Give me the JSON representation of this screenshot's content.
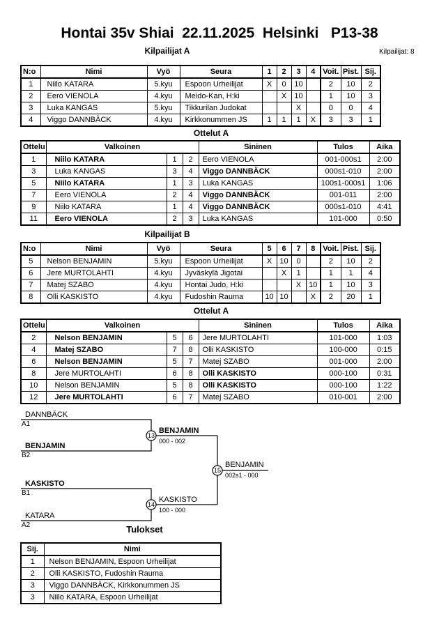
{
  "header": {
    "title": "Hontai 35v Shiai  22.11.2025  Helsinki   P13-38",
    "competitors_label": "Kilpailijat: 8"
  },
  "pool_a": {
    "title": "Kilpailijat A",
    "columns": [
      "N:o",
      "Nimi",
      "Vyö",
      "Seura",
      "1",
      "2",
      "3",
      "4",
      "Voit.",
      "Pist.",
      "Sij."
    ],
    "rows": [
      {
        "no": "1",
        "name": "Niilo KATARA",
        "belt": "5.kyu",
        "club": "Espoon Urheilijat",
        "c1": "X",
        "c2": "0",
        "c3": "10",
        "c4": "",
        "wins": "2",
        "points": "10",
        "place": "2"
      },
      {
        "no": "2",
        "name": "Eero VIENOLA",
        "belt": "4.kyu",
        "club": "Meido-Kan, H:ki",
        "c1": "",
        "c2": "X",
        "c3": "10",
        "c4": "",
        "wins": "1",
        "points": "10",
        "place": "3"
      },
      {
        "no": "3",
        "name": "Luka KANGAS",
        "belt": "5.kyu",
        "club": "Tikkurilan Judokat",
        "c1": "",
        "c2": "",
        "c3": "X",
        "c4": "",
        "wins": "0",
        "points": "0",
        "place": "4"
      },
      {
        "no": "4",
        "name": "Viggo DANNBÄCK",
        "belt": "4.kyu",
        "club": "Kirkkonummen JS",
        "c1": "1",
        "c2": "1",
        "c3": "1",
        "c4": "X",
        "wins": "3",
        "points": "3",
        "place": "1"
      }
    ]
  },
  "matches_a": {
    "title": "Ottelut A",
    "columns": {
      "match": "Ottelu",
      "white": "Valkoinen",
      "blue": "Sininen",
      "result": "Tulos",
      "time": "Aika"
    },
    "rows": [
      {
        "match": "1",
        "white": "Niilo KATARA",
        "wno": "1",
        "bno": "2",
        "blue": "Eero VIENOLA",
        "result": "001-000s1",
        "time": "2:00"
      },
      {
        "match": "3",
        "white": "Luka KANGAS",
        "wno": "3",
        "bno": "4",
        "blue": "Viggo DANNBÄCK",
        "result": "000s1-010",
        "time": "2:00"
      },
      {
        "match": "5",
        "white": "Niilo KATARA",
        "wno": "1",
        "bno": "3",
        "blue": "Luka KANGAS",
        "result": "100s1-000s1",
        "time": "1:06"
      },
      {
        "match": "7",
        "white": "Eero VIENOLA",
        "wno": "2",
        "bno": "4",
        "blue": "Viggo DANNBÄCK",
        "result": "001-011",
        "time": "2:00"
      },
      {
        "match": "9",
        "white": "Niilo KATARA",
        "wno": "1",
        "bno": "4",
        "blue": "Viggo DANNBÄCK",
        "result": "000s1-010",
        "time": "4:41"
      },
      {
        "match": "11",
        "white": "Eero VIENOLA",
        "wno": "2",
        "bno": "3",
        "blue": "Luka KANGAS",
        "result": "101-000",
        "time": "0:50"
      }
    ]
  },
  "pool_b": {
    "title": "Kilpailijat B",
    "columns": [
      "N:o",
      "Nimi",
      "Vyö",
      "Seura",
      "5",
      "6",
      "7",
      "8",
      "Voit.",
      "Pist.",
      "Sij."
    ],
    "rows": [
      {
        "no": "5",
        "name": "Nelson BENJAMIN",
        "belt": "5.kyu",
        "club": "Espoon Urheilijat",
        "c1": "X",
        "c2": "10",
        "c3": "0",
        "c4": "",
        "wins": "2",
        "points": "10",
        "place": "2"
      },
      {
        "no": "6",
        "name": "Jere MURTOLAHTI",
        "belt": "4.kyu",
        "club": "Jyväskylä Jigotai",
        "c1": "",
        "c2": "X",
        "c3": "1",
        "c4": "",
        "wins": "1",
        "points": "1",
        "place": "4"
      },
      {
        "no": "7",
        "name": "Matej SZABO",
        "belt": "4.kyu",
        "club": "Hontai Judo, H:ki",
        "c1": "",
        "c2": "",
        "c3": "X",
        "c4": "10",
        "wins": "1",
        "points": "10",
        "place": "3"
      },
      {
        "no": "8",
        "name": "Olli KASKISTO",
        "belt": "4.kyu",
        "club": "Fudoshin Rauma",
        "c1": "10",
        "c2": "10",
        "c3": "",
        "c4": "X",
        "wins": "2",
        "points": "20",
        "place": "1"
      }
    ]
  },
  "matches_b": {
    "title": "Ottelut A",
    "columns": {
      "match": "Ottelu",
      "white": "Valkoinen",
      "blue": "Sininen",
      "result": "Tulos",
      "time": "Aika"
    },
    "rows": [
      {
        "match": "2",
        "white": "Nelson BENJAMIN",
        "wno": "5",
        "bno": "6",
        "blue": "Jere MURTOLAHTI",
        "result": "101-000",
        "time": "1:03"
      },
      {
        "match": "4",
        "white": "Matej SZABO",
        "wno": "7",
        "bno": "8",
        "blue": "Olli KASKISTO",
        "result": "100-000",
        "time": "0:15"
      },
      {
        "match": "6",
        "white": "Nelson BENJAMIN",
        "wno": "5",
        "bno": "7",
        "blue": "Matej SZABO",
        "result": "001-000",
        "time": "2:00"
      },
      {
        "match": "8",
        "white": "Jere MURTOLAHTI",
        "wno": "6",
        "bno": "8",
        "blue": "Olli KASKISTO",
        "result": "000-100",
        "time": "0:31"
      },
      {
        "match": "10",
        "white": "Nelson BENJAMIN",
        "wno": "5",
        "bno": "8",
        "blue": "Olli KASKISTO",
        "result": "000-100",
        "time": "1:22"
      },
      {
        "match": "12",
        "white": "Jere MURTOLAHTI",
        "wno": "6",
        "bno": "7",
        "blue": "Matej SZABO",
        "result": "010-001",
        "time": "2:00"
      }
    ]
  },
  "bracket": {
    "slots": [
      {
        "name": "DANNBÄCK",
        "seed": "A1"
      },
      {
        "name": "BENJAMIN",
        "seed": "B2"
      },
      {
        "name": "KASKISTO",
        "seed": "B1"
      },
      {
        "name": "KATARA",
        "seed": "A2"
      }
    ],
    "matches": [
      {
        "number": "13",
        "winner": "BENJAMIN",
        "score": "000 - 002"
      },
      {
        "number": "14",
        "winner": "KASKISTO",
        "score": "100 - 000"
      },
      {
        "number": "15",
        "winner": "BENJAMIN",
        "score": "002s1 - 000"
      }
    ]
  },
  "results": {
    "title": "Tulokset",
    "columns": [
      "Sij.",
      "Nimi"
    ],
    "rows": [
      {
        "place": "1",
        "name": "Nelson BENJAMIN, Espoon Urheilijat"
      },
      {
        "place": "2",
        "name": "Olli KASKISTO, Fudoshin Rauma"
      },
      {
        "place": "3",
        "name": "Viggo DANNBÄCK, Kirkkonummen JS"
      },
      {
        "place": "3",
        "name": "Niilo KATARA, Espoon Urheilijat"
      }
    ]
  }
}
